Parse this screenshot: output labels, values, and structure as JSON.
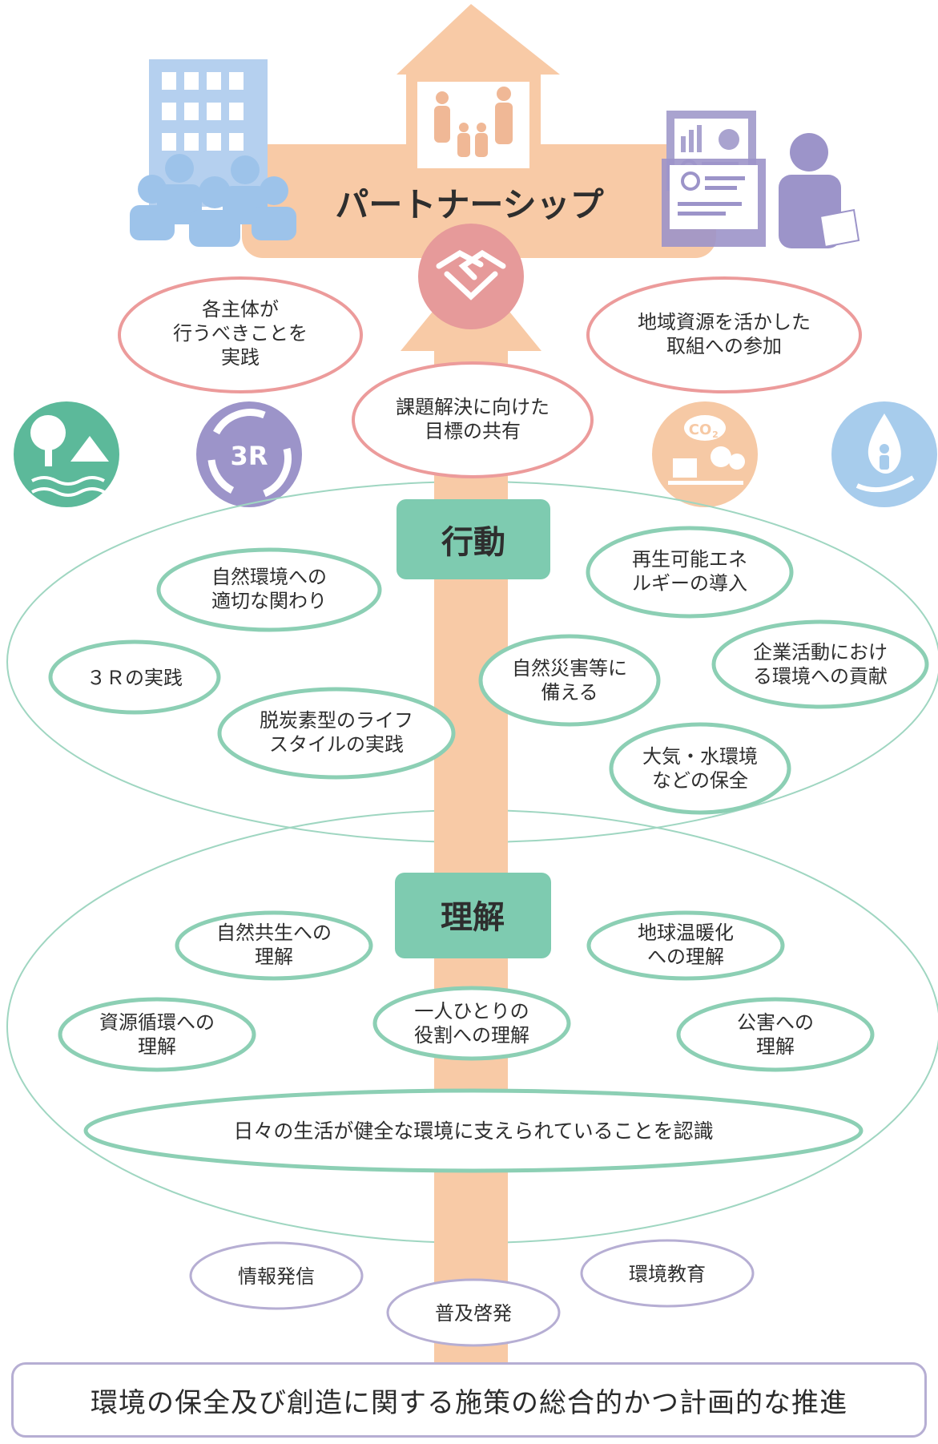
{
  "partnership": {
    "title": "パートナーシップ"
  },
  "partnership_items": {
    "subjects": [
      "各主体が",
      "行うべきことを",
      "実践"
    ],
    "regional": [
      "地域資源を活かした",
      "取組への参加"
    ],
    "goals": [
      "課題解決に向けた",
      "目標の共有"
    ]
  },
  "action": {
    "label": "行動",
    "items": {
      "nature": [
        "自然環境への",
        "適切な関わり"
      ],
      "renewable": [
        "再生可能エネ",
        "ルギーの導入"
      ],
      "three_r": [
        "３Ｒの実践"
      ],
      "disaster": [
        "自然災害等に",
        "備える"
      ],
      "business": [
        "企業活動におけ",
        "る環境への貢献"
      ],
      "lifestyle": [
        "脱炭素型のライフ",
        "スタイルの実践"
      ],
      "air_water": [
        "大気・水環境",
        "などの保全"
      ]
    }
  },
  "understanding": {
    "label": "理解",
    "items": {
      "symbiosis": [
        "自然共生への",
        "理解"
      ],
      "warming": [
        "地球温暖化",
        "への理解"
      ],
      "resources": [
        "資源循環への",
        "理解"
      ],
      "roles": [
        "一人ひとりの",
        "役割への理解"
      ],
      "pollution": [
        "公害への",
        "理解"
      ],
      "recognition": "日々の生活が健全な環境に支えられていることを認識"
    }
  },
  "foundation": {
    "info": "情報発信",
    "education": "環境教育",
    "awareness": "普及啓発"
  },
  "icons": {
    "threeR_text": "3R",
    "co2_text": "CO",
    "co2_sub": "2"
  },
  "bottom": "環境の保全及び創造に関する施策の総合的かつ計画的な推進",
  "colors": {
    "arrow": "#f8caa6",
    "pink": "#ec9b9b",
    "green": "#8ccfb4",
    "green_fill": "#7ecbb0",
    "purple": "#b6aed3",
    "blue": "#8db8e6",
    "teal_icon": "#5cb99a",
    "orange_icon": "#f6c9a5",
    "light_blue_icon": "#a7ccec"
  }
}
